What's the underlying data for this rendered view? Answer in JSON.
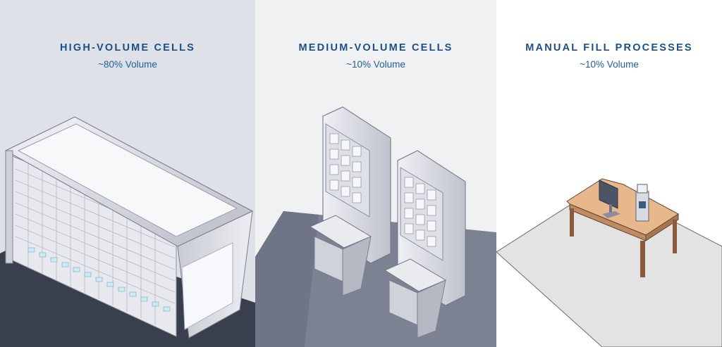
{
  "panels": [
    {
      "title": "HIGH-VOLUME CELLS",
      "subtitle": "~80% Volume"
    },
    {
      "title": "MEDIUM-VOLUME CELLS",
      "subtitle": "~10% Volume"
    },
    {
      "title": "MANUAL FILL PROCESSES",
      "subtitle": "~10% Volume"
    }
  ],
  "colors": {
    "heading": "#1d4f86",
    "panel_backgrounds": [
      "#dfe1e8",
      "#f0f1f3",
      "#ffffff"
    ],
    "floor_dark": "#3a3f4e",
    "floor_mid": "#7d8293",
    "floor_light": "#e3e3e3",
    "desk_wood": "#d9a77a"
  },
  "illustrations": [
    "high-volume-dispensing-cell",
    "medium-volume-dispensing-cabinets",
    "manual-fill-desk-workstation"
  ]
}
